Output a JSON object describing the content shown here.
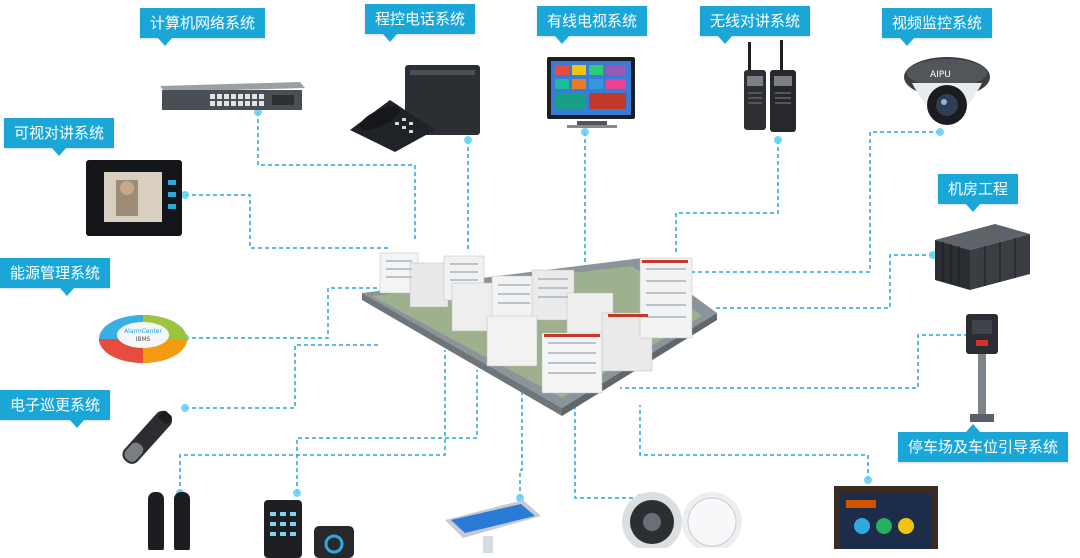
{
  "labels": {
    "network": "计算机网络系统",
    "phone": "程控电话系统",
    "tv": "有线电视系统",
    "radio": "无线对讲系统",
    "cctv": "视频监控系统",
    "intercom": "可视对讲系统",
    "server": "机房工程",
    "energy": "能源管理系统",
    "patrol": "电子巡更系统",
    "parking": "停车场及车位引导系统"
  },
  "device_text": {
    "camera_brand": "AIPU",
    "energy_line1": "AlarmCenter",
    "energy_line2": "IBMS"
  },
  "colors": {
    "accent": "#1aa7d8",
    "line": "#23a9d9"
  }
}
